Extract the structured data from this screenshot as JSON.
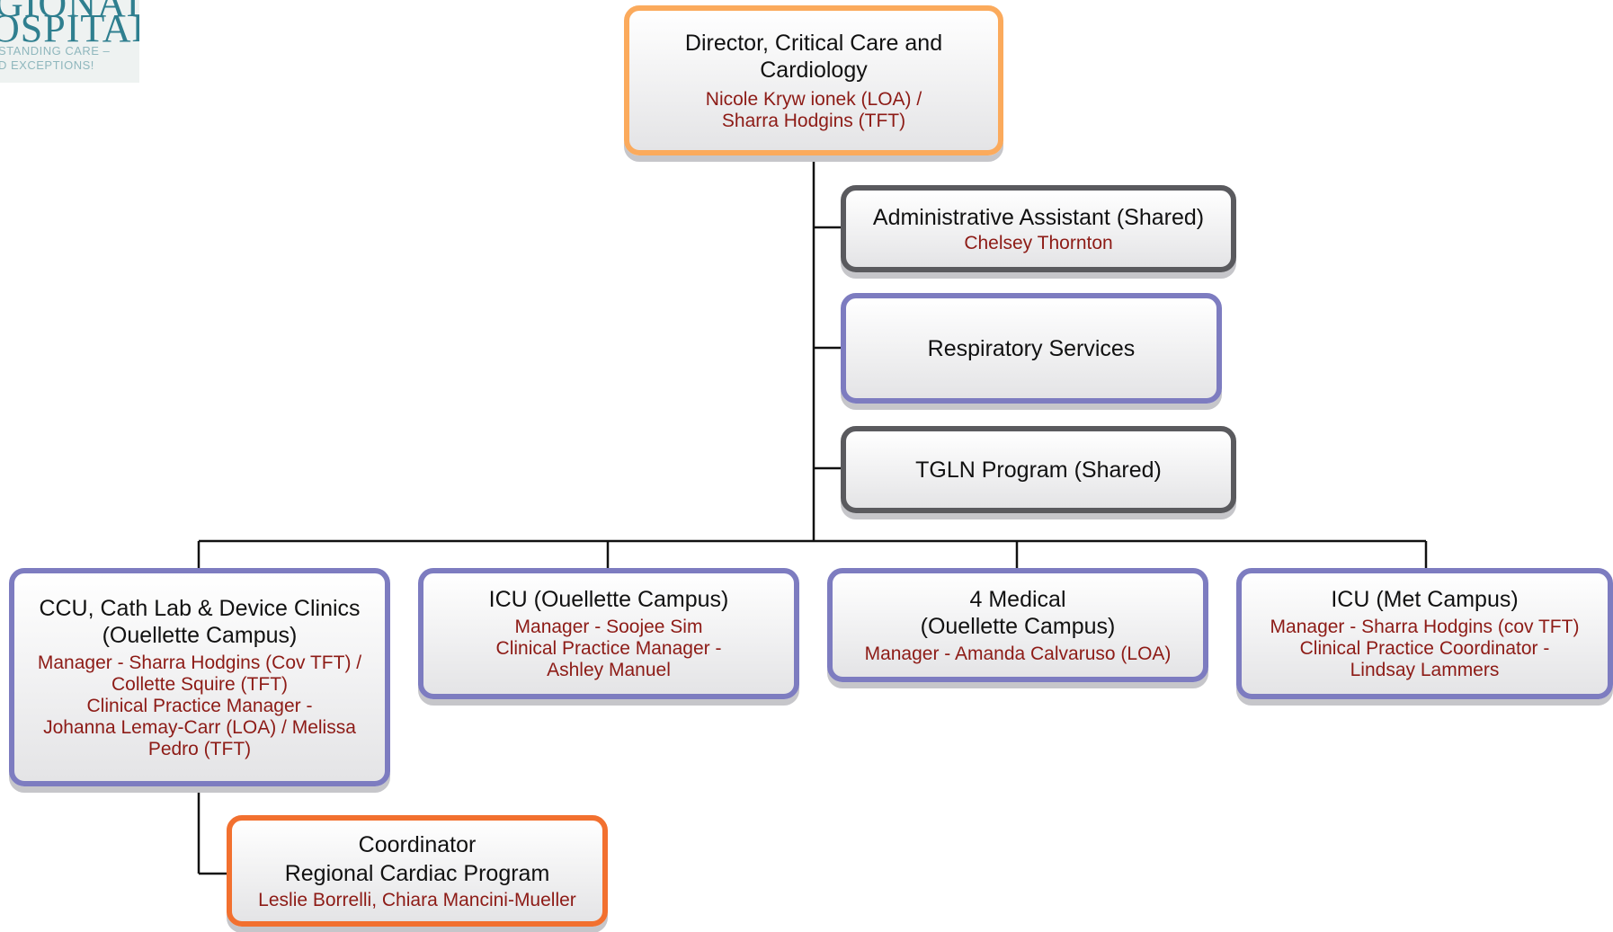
{
  "logo": {
    "line1": "GIONAL",
    "line2": "OSPITAL",
    "line3": "STANDING CARE –",
    "line4": "D EXCEPTIONS!"
  },
  "colors": {
    "director_border": "#fbaa5c",
    "shared_border": "#5a5a5e",
    "unit_border": "#7d7cc0",
    "coordinator_border": "#f2702f",
    "name_text": "#8d1b16"
  },
  "director": {
    "title": "Director, Critical Care and\nCardiology",
    "names": "Nicole Kryw ionek (LOA) /\nSharra Hodgins (TFT)"
  },
  "staff": [
    {
      "title": "Administrative Assistant (Shared)",
      "names": "Chelsey Thornton"
    },
    {
      "title": "Respiratory Services",
      "names": ""
    },
    {
      "title": "TGLN Program (Shared)",
      "names": ""
    }
  ],
  "units": [
    {
      "title": "CCU, Cath Lab & Device Clinics\n(Ouellette Campus)",
      "names": "Manager - Sharra Hodgins (Cov TFT) /\nCollette Squire (TFT)\nClinical Practice Manager -\nJohanna Lemay-Carr (LOA) / Melissa\nPedro (TFT)"
    },
    {
      "title": "ICU (Ouellette Campus)",
      "names": "Manager - Soojee Sim\nClinical Practice Manager -\nAshley Manuel"
    },
    {
      "title": "4 Medical\n(Ouellette Campus)",
      "names": "Manager - Amanda Calvaruso (LOA)"
    },
    {
      "title": "ICU (Met Campus)",
      "names": "Manager - Sharra Hodgins (cov TFT)\nClinical Practice Coordinator -\nLindsay Lammers"
    }
  ],
  "coordinator": {
    "title": "Coordinator\nRegional Cardiac Program",
    "names": "Leslie Borrelli, Chiara Mancini-Mueller"
  }
}
